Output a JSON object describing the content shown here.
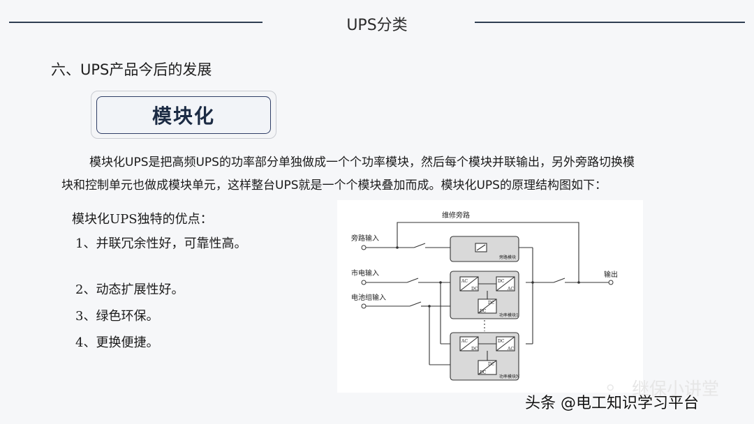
{
  "header": {
    "title": "UPS分类"
  },
  "section": {
    "heading": "六、UPS产品今后的发展"
  },
  "badge": {
    "label": "模块化"
  },
  "paragraph": {
    "line1": "模块化UPS是把高频UPS的功率部分单独做成一个个功率模块，然后每个模块并联输出，另外旁路切换模",
    "line2": "块和控制单元也做成模块单元，这样整台UPS就是一个个模块叠加而成。模块化UPS的原理结构图如下："
  },
  "advantages": {
    "title": "模块化UPS独特的优点：",
    "items": [
      "1、并联冗余性好，可靠性高。",
      "2、动态扩展性好。",
      "3、绿色环保。",
      "4、更换便捷。"
    ]
  },
  "diagram": {
    "maintenance_bypass": "维修旁路",
    "bypass_input": "旁路输入",
    "mains_input": "市电输入",
    "battery_input": "电池组输入",
    "output": "输出",
    "bypass_module": "旁路模块",
    "power_module_1": "功率模块1",
    "power_module_n": "功率模块N",
    "ac": "AC",
    "dc": "DC"
  },
  "watermark": {
    "brand": "继保小讲堂",
    "source": "头条 @电工知识学习平台"
  },
  "colors": {
    "header_line": "#2f3e52",
    "badge_border": "#2f3e66",
    "badge_text": "#1c2b44",
    "module_fill": "#d9d9d9"
  }
}
